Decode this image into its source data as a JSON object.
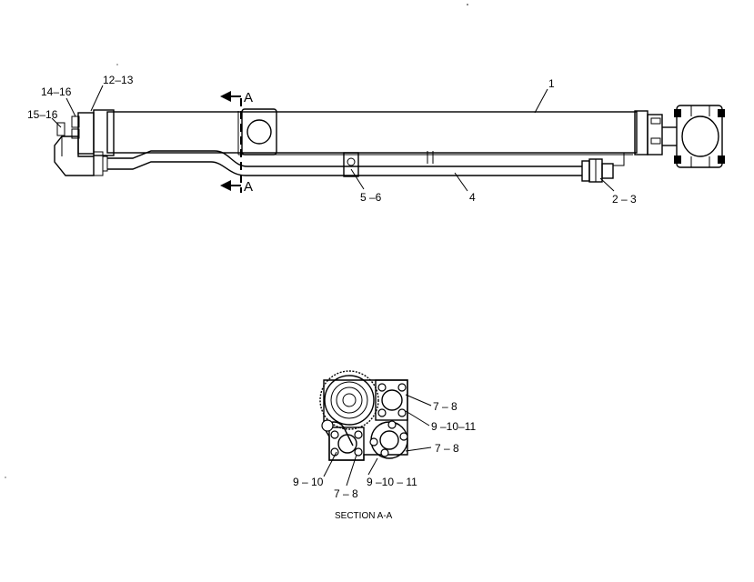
{
  "callouts": {
    "c1": "1",
    "c2_3": "2 – 3",
    "c4": "4",
    "c5_6": "5 –6",
    "c12_13": "12–13",
    "c14_16": "14–16",
    "c15_16": "15–16",
    "section_top": "A",
    "section_bottom": "A",
    "c7_8_top": "7 – 8",
    "c9_10_11_top": "9 –10–11",
    "c7_8_mid": "7 – 8",
    "c9_10": "9 – 10",
    "c7_8_bottom": "7 – 8",
    "c9_10_11_bottom": "9 –10 – 11"
  },
  "section_caption": "SECTION A-A"
}
